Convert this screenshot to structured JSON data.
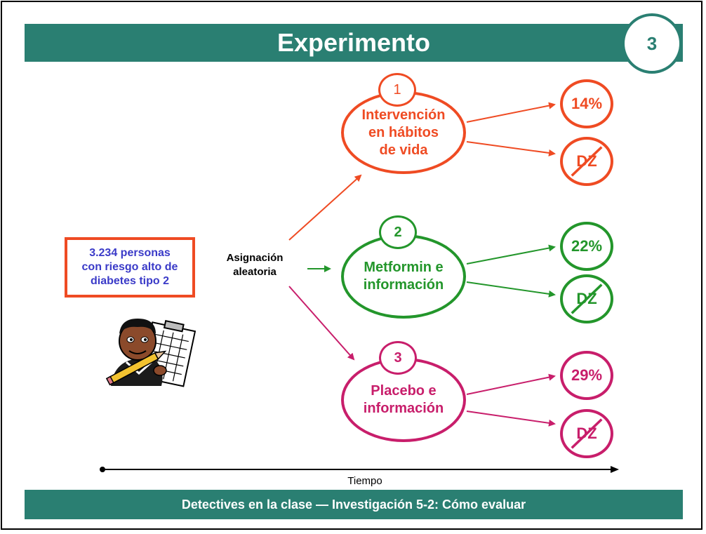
{
  "slide": {
    "title": "Experimento",
    "number": "3",
    "footer": "Detectives en la clase — Investigación 5-2:  Cómo evaluar"
  },
  "population": {
    "lines": [
      "3.234 personas",
      "con riesgo alto de",
      "diabetes tipo 2"
    ]
  },
  "assignment": {
    "lines": [
      "Asignación",
      "aleatoria"
    ]
  },
  "groups": [
    {
      "badge": "1",
      "lines": [
        "Intervención",
        "en hábitos",
        "de vida"
      ],
      "outcome": "14%",
      "dz": "DZ",
      "color": "#ef4b23"
    },
    {
      "badge": "2",
      "lines": [
        "Metformin e",
        "información"
      ],
      "outcome": "22%",
      "dz": "DZ",
      "color": "#23962b"
    },
    {
      "badge": "3",
      "lines": [
        "Placebo e",
        "información"
      ],
      "outcome": "29%",
      "dz": "DZ",
      "color": "#c81e6b"
    }
  ],
  "timeline": {
    "label": "Tiempo"
  },
  "colors": {
    "teal": "#2a7f72",
    "orange": "#ef4b23",
    "green": "#23962b",
    "magenta": "#c81e6b",
    "blue_text": "#3a3ac8"
  },
  "icons": {
    "student": "student-writing-clipboard-icon"
  }
}
